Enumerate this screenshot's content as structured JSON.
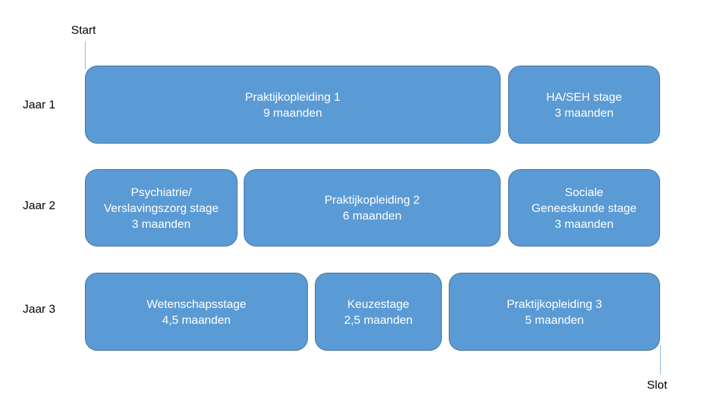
{
  "markers": {
    "start": "Start",
    "end": "Slot"
  },
  "years": [
    {
      "label": "Jaar 1",
      "blocks": [
        {
          "lines": [
            "Praktijkopleiding 1",
            "9 maanden"
          ]
        },
        {
          "lines": [
            "HA/SEH stage",
            "3 maanden"
          ]
        }
      ]
    },
    {
      "label": "Jaar 2",
      "blocks": [
        {
          "lines": [
            "Psychiatrie/",
            "Verslavingszorg stage",
            "3 maanden"
          ]
        },
        {
          "lines": [
            "Praktijkopleiding 2",
            "6 maanden"
          ]
        },
        {
          "lines": [
            "Sociale",
            "Geneeskunde stage",
            "3 maanden"
          ]
        }
      ]
    },
    {
      "label": "Jaar 3",
      "blocks": [
        {
          "lines": [
            "Wetenschapsstage",
            "4,5 maanden"
          ]
        },
        {
          "lines": [
            "Keuzestage",
            "2,5 maanden"
          ]
        },
        {
          "lines": [
            "Praktijkopleiding 3",
            "5 maanden"
          ]
        }
      ]
    }
  ],
  "colors": {
    "block_fill": "#5b9bd5",
    "block_border": "#41719c",
    "block_text": "#ffffff",
    "marker_line": "#7fb4d9"
  }
}
